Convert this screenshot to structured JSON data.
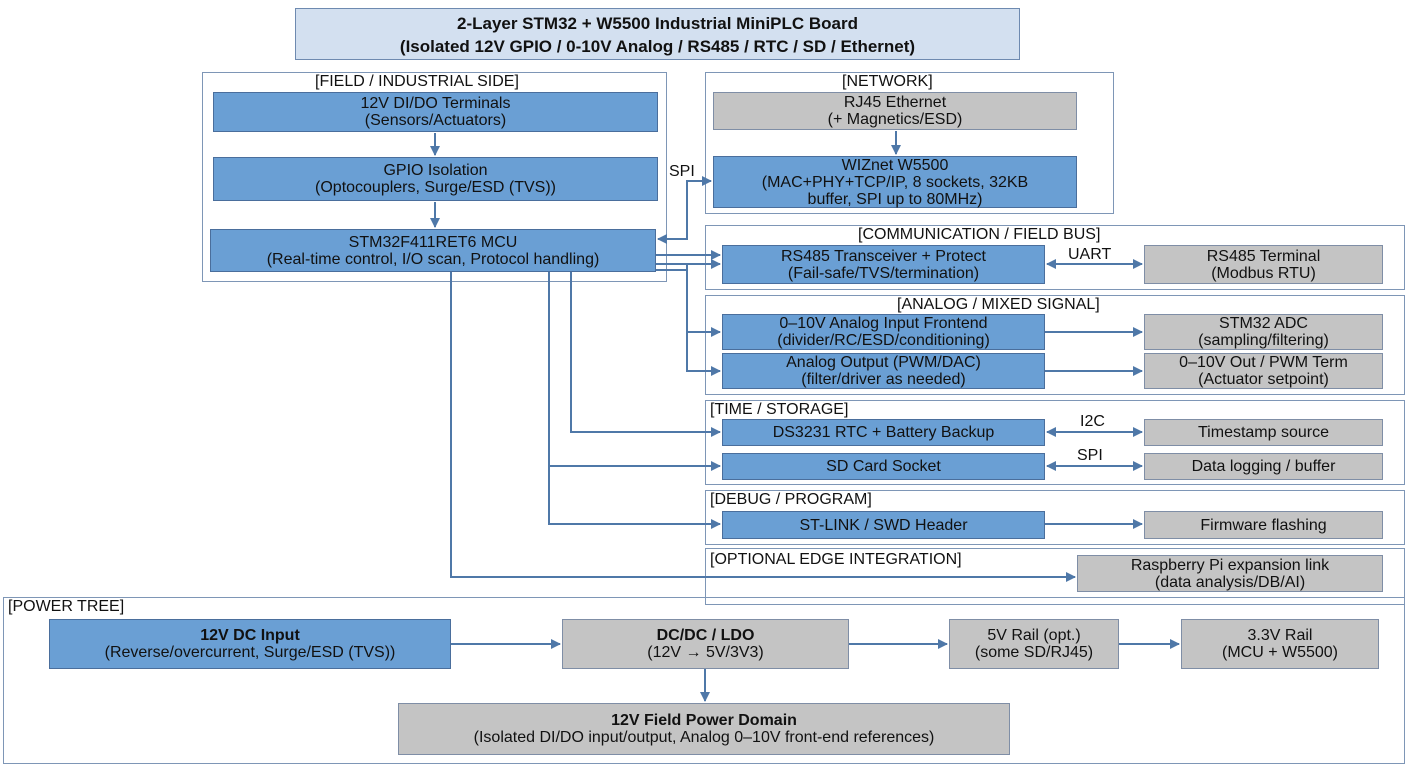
{
  "title": {
    "line1": "2-Layer STM32 + W5500 Industrial MiniPLC Board",
    "line2": "(Isolated 12V GPIO / 0-10V Analog / RS485 / RTC / SD / Ethernet)"
  },
  "groups": {
    "field": "[FIELD / INDUSTRIAL SIDE]",
    "network": "[NETWORK]",
    "comm": "[COMMUNICATION / FIELD BUS]",
    "analog": "[ANALOG / MIXED SIGNAL]",
    "time": "[TIME / STORAGE]",
    "debug": "[DEBUG / PROGRAM]",
    "edge": "[OPTIONAL EDGE INTEGRATION]",
    "power": "[POWER TREE]"
  },
  "blocks": {
    "dido": {
      "l1": "12V DI/DO Terminals",
      "l2": "(Sensors/Actuators)"
    },
    "gpio_iso": {
      "l1": "GPIO Isolation",
      "l2": "(Optocouplers, Surge/ESD (TVS))"
    },
    "mcu": {
      "l1": "STM32F411RET6 MCU",
      "l2": "(Real-time control, I/O scan, Protocol handling)"
    },
    "rj45": {
      "l1": "RJ45 Ethernet",
      "l2": "(+ Magnetics/ESD)"
    },
    "w5500": {
      "l1": "WIZnet W5500",
      "l2": "(MAC+PHY+TCP/IP, 8 sockets, 32KB",
      "l3": "buffer, SPI up to 80MHz)"
    },
    "rs485": {
      "l1": "RS485 Transceiver + Protect",
      "l2": "(Fail-safe/TVS/termination)"
    },
    "rs485_term": {
      "l1": "RS485 Terminal",
      "l2": "(Modbus RTU)"
    },
    "ain": {
      "l1": "0–10V Analog Input Frontend",
      "l2": "(divider/RC/ESD/conditioning)"
    },
    "adc": {
      "l1": "STM32 ADC",
      "l2": "(sampling/filtering)"
    },
    "aout": {
      "l1": "Analog Output (PWM/DAC)",
      "l2": "(filter/driver as needed)"
    },
    "aout_term": {
      "l1": "0–10V Out / PWM Term",
      "l2": "(Actuator setpoint)"
    },
    "rtc": {
      "l1": "DS3231 RTC + Battery Backup"
    },
    "timestamp": {
      "l1": "Timestamp source"
    },
    "sd": {
      "l1": "SD Card Socket"
    },
    "logging": {
      "l1": "Data logging / buffer"
    },
    "stlink": {
      "l1": "ST-LINK / SWD Header"
    },
    "flashing": {
      "l1": "Firmware flashing"
    },
    "rpi": {
      "l1": "Raspberry Pi expansion link",
      "l2": "(data analysis/DB/AI)"
    },
    "dc_in": {
      "l1": "12V DC Input",
      "l2": "(Reverse/overcurrent, Surge/ESD (TVS))"
    },
    "dcdc": {
      "l1": "DC/DC / LDO",
      "l2": "(12V → 5V/3V3)"
    },
    "rail5": {
      "l1": "5V Rail (opt.)",
      "l2": "(some SD/RJ45)"
    },
    "rail33": {
      "l1": "3.3V Rail",
      "l2": "(MCU + W5500)"
    },
    "field_pwr": {
      "l1": "12V Field Power Domain",
      "l2": "(Isolated DI/DO input/output, Analog 0–10V front-end references)"
    }
  },
  "edge_labels": {
    "spi_w5500": "SPI",
    "uart": "UART",
    "i2c": "I2C",
    "spi_sd": "SPI"
  },
  "colors": {
    "blue_block": "#6a9fd4",
    "gray_block": "#c4c4c4",
    "wire": "#4f78a8",
    "title_bg": "#d3e0f0"
  }
}
